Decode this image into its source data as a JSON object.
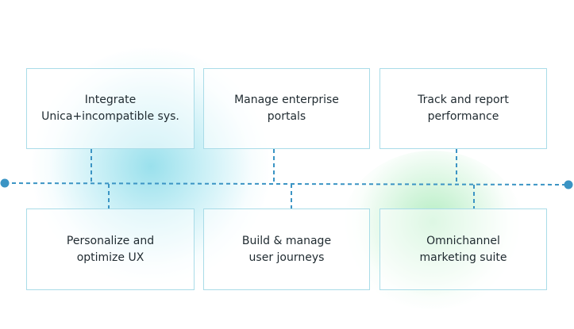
{
  "diagram": {
    "top_row": [
      {
        "label": "Integrate\nUnica+incompatible sys."
      },
      {
        "label": "Manage enterprise\nportals"
      },
      {
        "label": "Track and report\nperformance"
      }
    ],
    "bottom_row": [
      {
        "label": "Personalize and\noptimize UX"
      },
      {
        "label": "Build & manage\nuser journeys"
      },
      {
        "label": "Omnichannel\nmarketing suite"
      }
    ],
    "colors": {
      "line": "#3b94c4",
      "card_border": "#a9dce8",
      "glow_cyan": "#8fdbe8",
      "glow_green": "#a6e8b6"
    }
  }
}
